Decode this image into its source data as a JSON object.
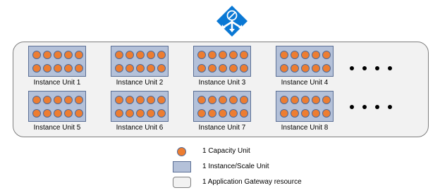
{
  "colors": {
    "capacity_unit": "#ed7d31",
    "instance_unit": "#b4c1d9",
    "instance_border": "#5b6f95",
    "gateway_resource": "#f2f2f2",
    "gateway_icon": "#0a78d4"
  },
  "gateway_icon_name": "application-gateway-icon",
  "capacity_units_per_instance": 10,
  "instances": [
    {
      "label": "Instance Unit 1"
    },
    {
      "label": "Instance Unit 2"
    },
    {
      "label": "Instance Unit 3"
    },
    {
      "label": "Instance Unit 4"
    },
    {
      "label": "Instance Unit 5"
    },
    {
      "label": "Instance Unit 6"
    },
    {
      "label": "Instance Unit 7"
    },
    {
      "label": "Instance Unit 8"
    }
  ],
  "legend": {
    "capacity_unit": "1 Capacity Unit",
    "instance_unit": "1 Instance/Scale Unit",
    "gateway_resource": "1 Application Gateway resource"
  }
}
